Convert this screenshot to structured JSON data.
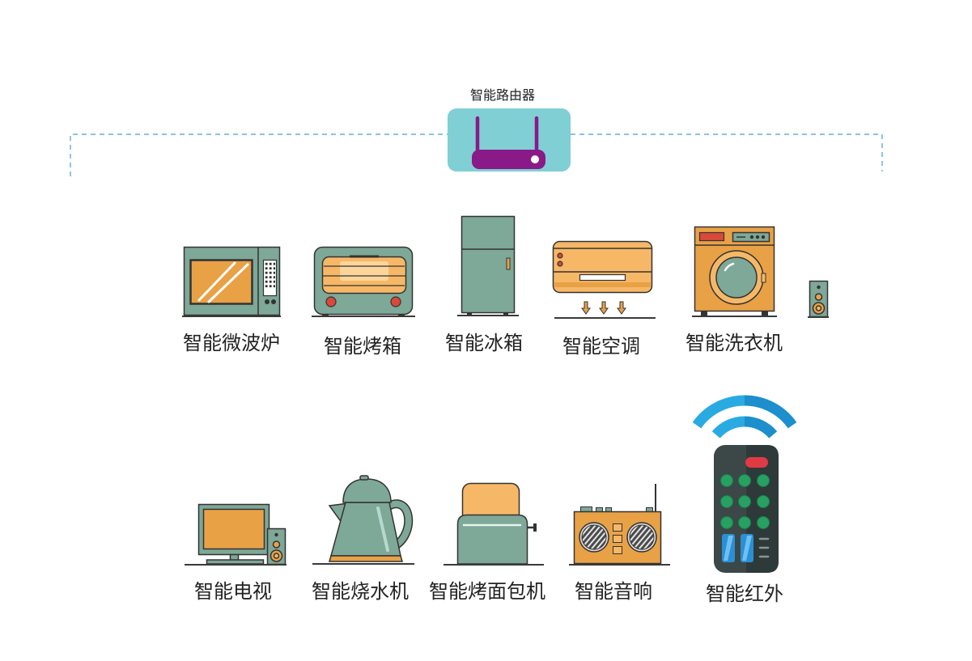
{
  "router": {
    "label": "智能路由器",
    "icon": "router-icon"
  },
  "devices": {
    "microwave": {
      "label": "智能微波炉",
      "icon": "microwave-icon"
    },
    "oven": {
      "label": "智能烤箱",
      "icon": "oven-icon"
    },
    "fridge": {
      "label": "智能冰箱",
      "icon": "fridge-icon"
    },
    "air_conditioner": {
      "label": "智能空调",
      "icon": "air-conditioner-icon"
    },
    "washing_machine": {
      "label": "智能洗衣机",
      "icon": "washing-machine-icon"
    },
    "tv": {
      "label": "智能电视",
      "icon": "tv-icon"
    },
    "kettle": {
      "label": "智能烧水机",
      "icon": "kettle-icon"
    },
    "toaster": {
      "label": "智能烤面包机",
      "icon": "toaster-icon"
    },
    "speaker": {
      "label": "智能音响",
      "icon": "radio-speaker-icon"
    },
    "infrared": {
      "label": "智能红外",
      "icon": "remote-control-icon"
    }
  },
  "colors": {
    "router_bg": "#80cfd5",
    "router": "#8a1a88",
    "connection_line": "#4a9ccc",
    "teal": "#7ea898",
    "orange": "#e9a146",
    "light_orange": "#f6b867",
    "red": "#d9483b",
    "outline": "#333333",
    "remote": "#3b4847",
    "remote_shade": "#2e3a39",
    "remote_red": "#e23a45",
    "remote_green": "#27a062",
    "remote_blue": "#2b8fd6",
    "signal": "#29abe2",
    "signal_dark": "#1c8fcc",
    "label": "#222222"
  }
}
